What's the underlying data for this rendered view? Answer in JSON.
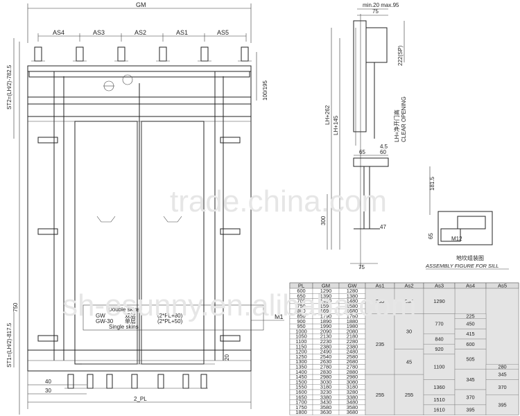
{
  "watermarks": [
    "trade.china.com",
    "sh-esunny.en.alibaba.com"
  ],
  "front_view": {
    "gm_label": "GM",
    "as_labels": [
      "AS4",
      "AS3",
      "AS2",
      "AS1",
      "AS5"
    ],
    "st2_label": "ST2=(LH/2)-782.5",
    "st1_label": "ST1=(LH/2)-817.5",
    "dim_100_195": "100/195",
    "dim_750": "750",
    "dim_20": "20",
    "dim_40a": "40",
    "dim_30a": "30",
    "dim_2pl": "2_PL",
    "m1": "M1",
    "formula_lines": [
      {
        "a": "Double skins",
        "b": "",
        "c": ""
      },
      {
        "a": "GW",
        "b": "双层",
        "c": "(2*PL+80)"
      },
      {
        "a": "GW-30",
        "b": "单层",
        "c": "(2*PL+50)"
      },
      {
        "a": "Single skins",
        "b": "",
        "c": ""
      }
    ]
  },
  "side_view": {
    "top_dim": "min.20 max.95",
    "dim_75_top": "75",
    "dim_222sp": "222(SP)",
    "lh262": "LH+262",
    "lh145": "LH+145",
    "clear_opening_cn": "LH=净开门高",
    "clear_opening_en": "CLEAR OPENING",
    "dim_45": "4.5",
    "dim_65": "65",
    "dim_60": "60",
    "dim_300": "300",
    "dim_47": "47",
    "dim_75_bot": "75"
  },
  "sill_detail": {
    "dim_1815": "181.5",
    "dim_65": "65",
    "m12": "M12",
    "caption_cn": "地坎组装图",
    "caption_en": "ASSEMBLY FIGURE FOR SILL"
  },
  "table": {
    "headers": [
      "PL",
      "GM",
      "GW",
      "As1",
      "As2",
      "As3",
      "As4",
      "As5"
    ],
    "rows": [
      [
        "600",
        "1290",
        "1280"
      ],
      [
        "650",
        "1390",
        "1380"
      ],
      [
        "700",
        "1490",
        "1480"
      ],
      [
        "750",
        "1590",
        "1580"
      ],
      [
        "800",
        "1690",
        "1680"
      ],
      [
        "850",
        "1790",
        "1780"
      ],
      [
        "900",
        "1890",
        "1880"
      ],
      [
        "950",
        "1990",
        "1980"
      ],
      [
        "1000",
        "2090",
        "2080"
      ],
      [
        "1050",
        "2130",
        "2180"
      ],
      [
        "1100",
        "2230",
        "2280"
      ],
      [
        "1150",
        "2380",
        "2380"
      ],
      [
        "1200",
        "2490",
        "2480"
      ],
      [
        "1250",
        "2540",
        "2580"
      ],
      [
        "1300",
        "2630",
        "2680"
      ],
      [
        "1350",
        "2780",
        "2780"
      ],
      [
        "1400",
        "2830",
        "2880"
      ],
      [
        "1450",
        "2980",
        "2980"
      ],
      [
        "1500",
        "3030",
        "3080"
      ],
      [
        "1550",
        "3180",
        "3180"
      ],
      [
        "1600",
        "3230",
        "3280"
      ],
      [
        "1650",
        "3380",
        "3380"
      ],
      [
        "1700",
        "3430",
        "3480"
      ],
      [
        "1750",
        "3580",
        "3580"
      ],
      [
        "1800",
        "3630",
        "3680"
      ]
    ],
    "merged": {
      "as1": [
        "235",
        "235",
        "255"
      ],
      "as2": [
        "235",
        "30",
        "45",
        "255"
      ],
      "as3": [
        "1290",
        "770",
        "840",
        "920",
        "1100",
        "1360",
        "1510",
        "1610"
      ],
      "as4": [
        "225",
        "450",
        "415",
        "600",
        "505",
        "345",
        "370",
        "395"
      ],
      "as5": [
        "280",
        "345",
        "370",
        "395"
      ]
    }
  }
}
